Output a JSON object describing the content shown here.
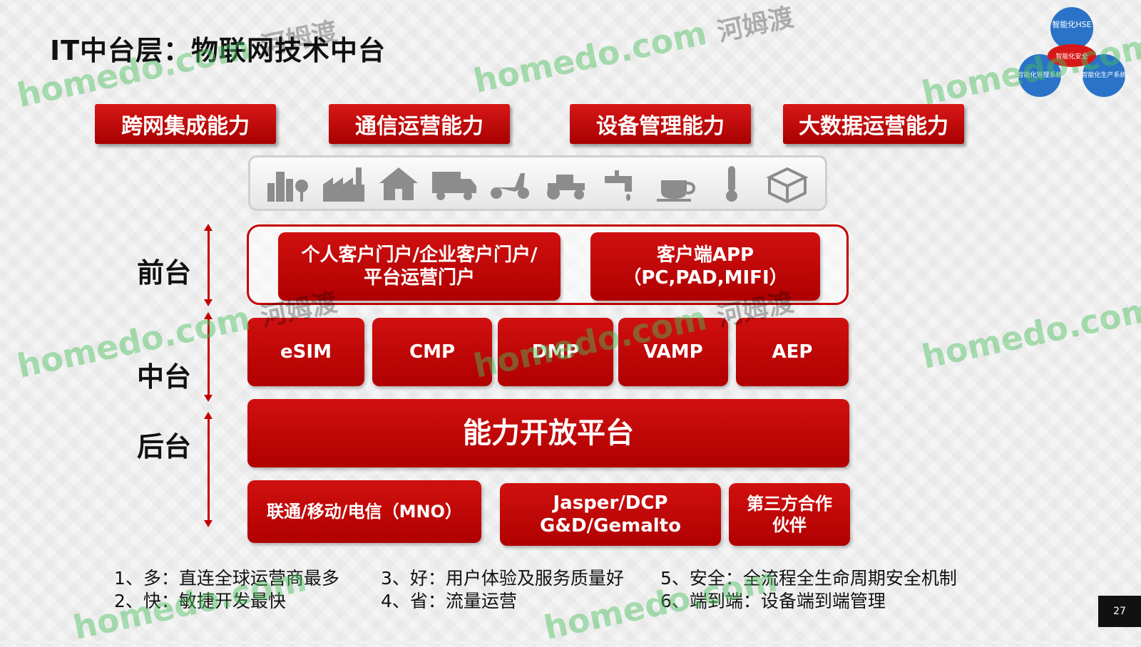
{
  "title": "IT中台层：物联网技术中台",
  "capabilities": [
    "跨网集成能力",
    "通信运营能力",
    "设备管理能力",
    "大数据运营能力"
  ],
  "device_icons": [
    "city-buildings-icon",
    "factory-icon",
    "house-icon",
    "truck-icon",
    "scooter-icon",
    "tractor-icon",
    "water-tap-icon",
    "coffee-cup-icon",
    "thermometer-icon",
    "package-box-icon"
  ],
  "layers": {
    "front": {
      "label": "前台",
      "boxes": [
        {
          "line1": "个人客户门户/企业客户门户/",
          "line2": "平台运营门户"
        },
        {
          "line1": "客户端APP",
          "line2": "（PC,PAD,MIFI）"
        }
      ]
    },
    "middle": {
      "label": "中台",
      "boxes": [
        "eSIM",
        "CMP",
        "DMP",
        "VAMP",
        "AEP"
      ]
    },
    "back": {
      "label": "后台",
      "platform": "能力开放平台",
      "partners": [
        {
          "line1": "联通/移动/电信（MNO）",
          "line2": ""
        },
        {
          "line1": "Jasper/DCP",
          "line2": "G&D/Gemalto"
        },
        {
          "line1": "第三方合作",
          "line2": "伙伴"
        }
      ]
    }
  },
  "notes": {
    "col1": [
      "1、多：直连全球运营商最多",
      "2、快：敏捷开发最快"
    ],
    "col2": [
      "3、好：用户体验及服务质量好",
      "4、省：流量运营"
    ],
    "col3": [
      "5、安全：全流程全生命周期安全机制",
      "6、端到端：设备端到端管理"
    ]
  },
  "logo": {
    "top": "智能化HSE",
    "left": "智能化管理系统",
    "right": "智能化生产系统",
    "center": "智能化安全"
  },
  "watermark": {
    "brand": "homedo.com",
    "cn": "河姆渡"
  },
  "page_number": "27",
  "colors": {
    "accent_red": "#c40000",
    "box_red": "#b00000",
    "watermark_green": "#46be5a"
  }
}
